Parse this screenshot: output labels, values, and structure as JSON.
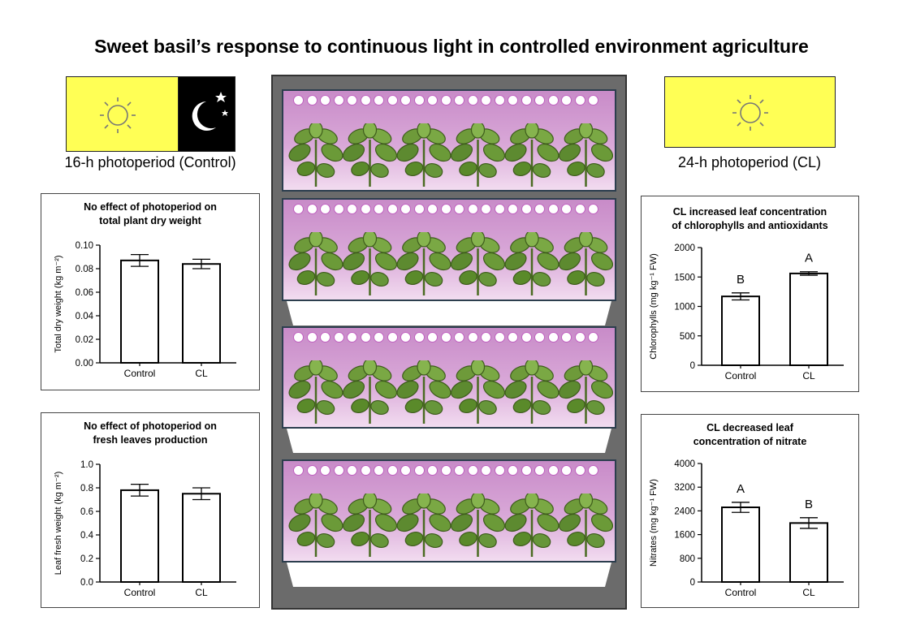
{
  "title": "Sweet basil’s response to continuous light in controlled environment agriculture",
  "left_caption": "16-h photoperiod (Control)",
  "right_caption": "24-h photoperiod (CL)",
  "colors": {
    "light_box": "#ffff55",
    "night_box": "#000000",
    "grow_light": "#d49fd4",
    "leaf": "#5a8a2a"
  },
  "icons": [
    "sun-icon",
    "moon-stars-icon",
    "led-light-icon",
    "basil-plant-icon"
  ],
  "chart_data": [
    {
      "type": "bar",
      "title_lines": [
        "No effect of photoperiod on",
        "total plant dry weight"
      ],
      "ylabel": "Total dry weight (kg m⁻²)",
      "categories": [
        "Control",
        "CL"
      ],
      "values": [
        0.087,
        0.084
      ],
      "errors": [
        0.005,
        0.004
      ],
      "letters": [
        "",
        ""
      ],
      "ylim": [
        0,
        0.1
      ],
      "yticks": [
        0,
        0.02,
        0.04,
        0.06,
        0.08,
        0.1
      ],
      "ytick_labels": [
        "0.00",
        "0.02",
        "0.04",
        "0.06",
        "0.08",
        "0.10"
      ],
      "grid": false
    },
    {
      "type": "bar",
      "title_lines": [
        "No effect of photoperiod on",
        "fresh leaves production"
      ],
      "ylabel": "Leaf fresh weight (kg m⁻²)",
      "categories": [
        "Control",
        "CL"
      ],
      "values": [
        0.78,
        0.75
      ],
      "errors": [
        0.05,
        0.05
      ],
      "letters": [
        "",
        ""
      ],
      "ylim": [
        0,
        1.0
      ],
      "yticks": [
        0,
        0.2,
        0.4,
        0.6,
        0.8,
        1.0
      ],
      "ytick_labels": [
        "0.0",
        "0.2",
        "0.4",
        "0.6",
        "0.8",
        "1.0"
      ],
      "grid": false
    },
    {
      "type": "bar",
      "title_lines": [
        "CL increased leaf concentration",
        "of chlorophylls and antioxidants"
      ],
      "ylabel": "Chlorophylls (mg kg⁻¹ FW)",
      "categories": [
        "Control",
        "CL"
      ],
      "values": [
        1170,
        1560
      ],
      "errors": [
        60,
        30
      ],
      "letters": [
        "B",
        "A"
      ],
      "ylim": [
        0,
        2000
      ],
      "yticks": [
        0,
        500,
        1000,
        1500,
        2000
      ],
      "ytick_labels": [
        "0",
        "500",
        "1000",
        "1500",
        "2000"
      ],
      "grid": false
    },
    {
      "type": "bar",
      "title_lines": [
        "CL decreased leaf",
        "concentration of  nitrate"
      ],
      "ylabel": "Nitrates (mg kg⁻¹ FW)",
      "categories": [
        "Control",
        "CL"
      ],
      "values": [
        2520,
        1990
      ],
      "errors": [
        170,
        180
      ],
      "letters": [
        "A",
        "B"
      ],
      "ylim": [
        0,
        4000
      ],
      "yticks": [
        0,
        800,
        1600,
        2400,
        3200,
        4000
      ],
      "ytick_labels": [
        "0",
        "800",
        "1600",
        "2400",
        "3200",
        "4000"
      ],
      "grid": false
    }
  ]
}
